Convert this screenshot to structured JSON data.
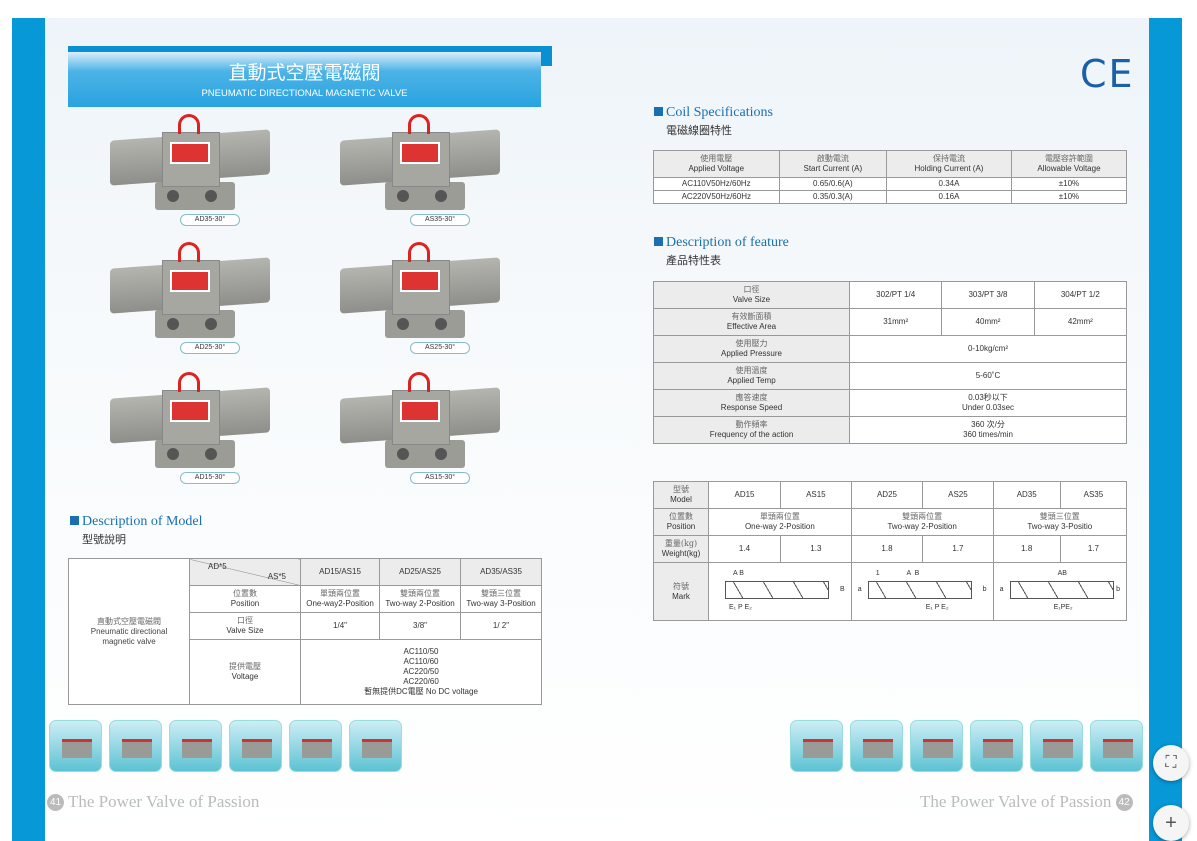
{
  "header": {
    "title_zh": "直動式空壓電磁閥",
    "title_en": "PNEUMATIC DIRECTIONAL MAGNETIC VALVE"
  },
  "products": [
    "AD35-30°",
    "AS35-30°",
    "AD25-30°",
    "AS25-30°",
    "AD15-30°",
    "AS15-30°"
  ],
  "model_section": {
    "title": "Description of Model",
    "subtitle": "型號說明",
    "corner_top": "AD*5",
    "corner_bottom": "AS*5",
    "row_label_zh": "直動式空壓電磁閥",
    "row_label_en": "Pneumatic directional magnetic valve",
    "columns": [
      "AD15/AS15",
      "AD25/AS25",
      "AD35/AS35"
    ],
    "position_zh": "位置數",
    "position_en": "Position",
    "positions": [
      [
        "單頭兩位置",
        "One-way2-Position"
      ],
      [
        "雙頭兩位置",
        "Two-way 2-Position"
      ],
      [
        "雙頭三位置",
        "Two-way 3-Position"
      ]
    ],
    "size_zh": "口徑",
    "size_en": "Valve Size",
    "sizes": [
      "1/4\"",
      "3/8\"",
      "1/ 2\""
    ],
    "voltage_zh": "提供電壓",
    "voltage_en": "Voltage",
    "voltages": [
      "AC110/50",
      "AC110/60",
      "AC220/50",
      "AC220/60",
      "暫無提供DC電壓 No DC voltage"
    ]
  },
  "coil": {
    "title": "Coil Specifications",
    "subtitle": "電磁線圈特性",
    "headers": [
      [
        "使用電壓",
        "Applied Voltage"
      ],
      [
        "啟動電流",
        "Start Current (A)"
      ],
      [
        "保持電流",
        "Holding Current (A)"
      ],
      [
        "電壓容許範圍",
        "Allowable Voltage"
      ]
    ],
    "rows": [
      [
        "AC110V50Hz/60Hz",
        "0.65/0.6(A)",
        "0.34A",
        "±10%"
      ],
      [
        "AC220V50Hz/60Hz",
        "0.35/0.3(A)",
        "0.16A",
        "±10%"
      ]
    ]
  },
  "feature": {
    "title": "Description of feature",
    "subtitle": "產品特性表",
    "size_zh": "口徑",
    "size_en": "Valve Size",
    "sizes": [
      "302/PT 1/4",
      "303/PT 3/8",
      "304/PT 1/2"
    ],
    "area_zh": "有效斷面積",
    "area_en": "Effective Area",
    "areas": [
      "31mm²",
      "40mm²",
      "42mm²"
    ],
    "pressure_zh": "使用壓力",
    "pressure_en": "Applied Pressure",
    "pressure": "0-10kg/cm²",
    "temp_zh": "使用溫度",
    "temp_en": "Applied Temp",
    "temp": "5-60˚C",
    "speed_zh": "應答速度",
    "speed_en": "Response Speed",
    "speed_zh_val": "0.03秒以下",
    "speed_en_val": "Under 0.03sec",
    "freq_zh": "動作頻率",
    "freq_en": "Frequency of the action",
    "freq_zh_val": "360 次/分",
    "freq_en_val": "360 times/min"
  },
  "spec": {
    "model_zh": "型號",
    "model_en": "Model",
    "models": [
      "AD15",
      "AS15",
      "AD25",
      "AS25",
      "AD35",
      "AS35"
    ],
    "position_zh": "位置數",
    "position_en": "Position",
    "positions": [
      [
        "單頭兩位置",
        "One-way 2-Position"
      ],
      [
        "雙頭兩位置",
        "Two-way 2-Position"
      ],
      [
        "雙頭三位置",
        "Two-way 3-Positio"
      ]
    ],
    "weight_zh": "重量(kg)",
    "weight_en": "Weight(kg)",
    "weights": [
      "1.4",
      "1.3",
      "1.8",
      "1.7",
      "1.8",
      "1.7"
    ],
    "mark_zh": "符號",
    "mark_en": "Mark",
    "marks": [
      {
        "top": "A  B",
        "bottom": "E₁  P  E₂",
        "right": "B"
      },
      {
        "top": "1              A  B",
        "bottom": "E₁  P  E₂",
        "left": "a",
        "right": "b"
      },
      {
        "top": "AB",
        "bottom": "E₁PE₂",
        "left": "a",
        "right": "b"
      }
    ]
  },
  "footer": {
    "slogan": "The Power Valve of Passion",
    "left_page": "41",
    "right_page": "42"
  },
  "ce_mark": "CE",
  "controls": {
    "fullscreen": "⛶",
    "zoom_in": "+"
  }
}
